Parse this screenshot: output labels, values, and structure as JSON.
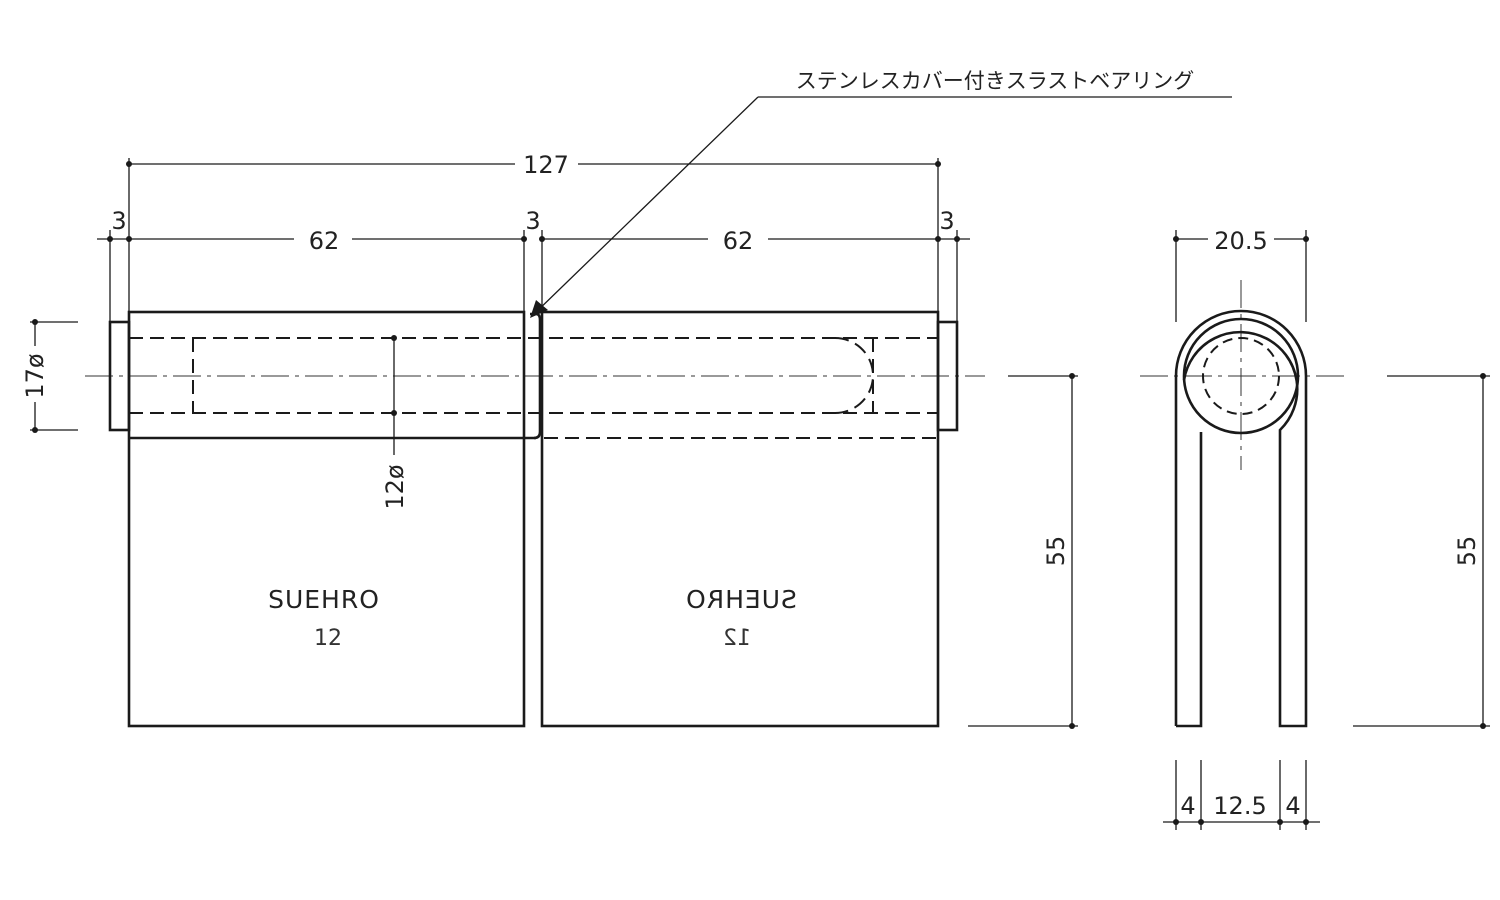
{
  "callout": {
    "label": "ステンレスカバー付きスラストベアリング"
  },
  "front_view": {
    "overall_length": "127",
    "end_gap_left": "3",
    "leaf_left_width": "62",
    "center_gap": "3",
    "leaf_right_width": "62",
    "end_gap_right": "3",
    "knuckle_diameter": "17ø",
    "pin_diameter": "12ø",
    "height": "55",
    "marking_left": {
      "brand": "SUEHRO",
      "size": "12"
    },
    "marking_right": {
      "brand": "SUEHRO",
      "size": "12"
    }
  },
  "side_view": {
    "outer_width": "20.5",
    "height": "55",
    "leaf_thickness_left": "4",
    "inner_gap": "12.5",
    "leaf_thickness_right": "4"
  }
}
